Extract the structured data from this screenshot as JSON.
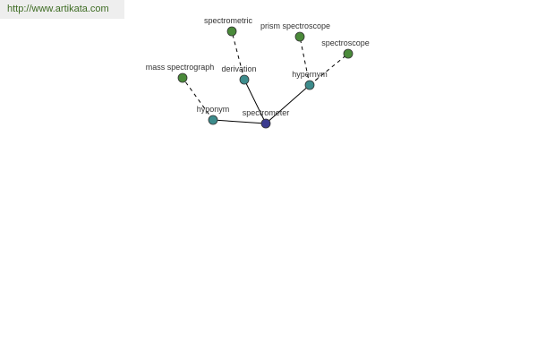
{
  "header": {
    "url": "http://www.artikata.com"
  },
  "colors": {
    "url_bar_bg": "#eeeeee",
    "url_text": "#3d6b22",
    "center_node": "#3b3b8f",
    "relation_node": "#3d8c8c",
    "leaf_node": "#4a8a3a",
    "solid_edge": "#000000",
    "dashed_edge": "#000000"
  },
  "graph": {
    "center": "spectrometer",
    "relations": [
      {
        "id": "hyponym",
        "label": "hyponym",
        "words": [
          "mass spectrograph"
        ]
      },
      {
        "id": "derivation",
        "label": "derivation",
        "words": [
          "spectrometric"
        ]
      },
      {
        "id": "hypernym",
        "label": "hypernym",
        "words": [
          "prism spectroscope",
          "spectroscope"
        ]
      }
    ]
  }
}
